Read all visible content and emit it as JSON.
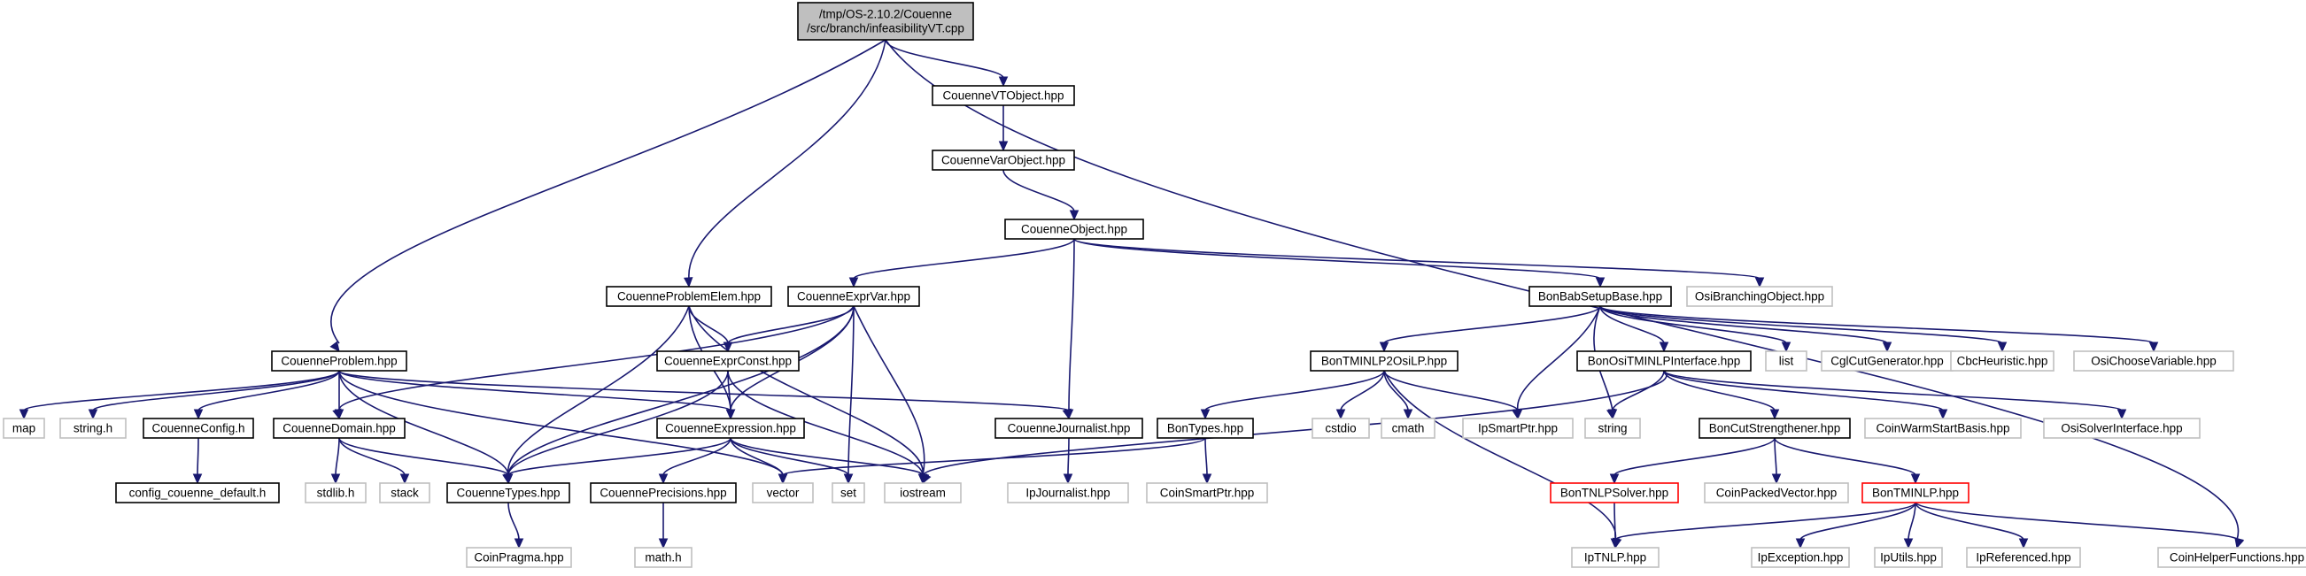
{
  "colors": {
    "edge": "#191970",
    "root_fill": "#bfbfbf",
    "documented_border": "#000000",
    "external_border": "#bfbfbf",
    "truncated_border": "#ff0000"
  },
  "nodes": [
    {
      "id": "infeasibilityVT",
      "lines": [
        "/tmp/OS-2.10.2/Couenne",
        "/src/branch/infeasibilityVT.cpp"
      ],
      "kind": "root"
    },
    {
      "id": "CouenneVTObject",
      "lines": [
        "CouenneVTObject.hpp"
      ],
      "kind": "doc"
    },
    {
      "id": "CouenneVarObject",
      "lines": [
        "CouenneVarObject.hpp"
      ],
      "kind": "doc"
    },
    {
      "id": "CouenneObject",
      "lines": [
        "CouenneObject.hpp"
      ],
      "kind": "doc"
    },
    {
      "id": "CouenneProblemElem",
      "lines": [
        "CouenneProblemElem.hpp"
      ],
      "kind": "doc"
    },
    {
      "id": "CouenneExprVar",
      "lines": [
        "CouenneExprVar.hpp"
      ],
      "kind": "doc"
    },
    {
      "id": "CouenneProblem",
      "lines": [
        "CouenneProblem.hpp"
      ],
      "kind": "doc"
    },
    {
      "id": "CouenneExprConst",
      "lines": [
        "CouenneExprConst.hpp"
      ],
      "kind": "doc"
    },
    {
      "id": "CouenneExpression",
      "lines": [
        "CouenneExpression.hpp"
      ],
      "kind": "doc"
    },
    {
      "id": "CouenneConfig",
      "lines": [
        "CouenneConfig.h"
      ],
      "kind": "doc"
    },
    {
      "id": "config_default",
      "lines": [
        "config_couenne_default.h"
      ],
      "kind": "doc"
    },
    {
      "id": "CouenneDomain",
      "lines": [
        "CouenneDomain.hpp"
      ],
      "kind": "doc"
    },
    {
      "id": "CouenneTypes",
      "lines": [
        "CouenneTypes.hpp"
      ],
      "kind": "doc"
    },
    {
      "id": "CouennePrecisions",
      "lines": [
        "CouennePrecisions.hpp"
      ],
      "kind": "doc"
    },
    {
      "id": "CouenneJournalist",
      "lines": [
        "CouenneJournalist.hpp"
      ],
      "kind": "doc"
    },
    {
      "id": "BonBabSetupBase",
      "lines": [
        "BonBabSetupBase.hpp"
      ],
      "kind": "doc"
    },
    {
      "id": "BonTMINLP2OsiLP",
      "lines": [
        "BonTMINLP2OsiLP.hpp"
      ],
      "kind": "doc"
    },
    {
      "id": "BonOsiTMINLPInterface",
      "lines": [
        "BonOsiTMINLPInterface.hpp"
      ],
      "kind": "doc"
    },
    {
      "id": "BonTypes",
      "lines": [
        "BonTypes.hpp"
      ],
      "kind": "doc"
    },
    {
      "id": "BonCutStrengthener",
      "lines": [
        "BonCutStrengthener.hpp"
      ],
      "kind": "doc"
    },
    {
      "id": "BonTNLPSolver",
      "lines": [
        "BonTNLPSolver.hpp"
      ],
      "kind": "red"
    },
    {
      "id": "BonTMINLP",
      "lines": [
        "BonTMINLP.hpp"
      ],
      "kind": "red"
    },
    {
      "id": "OsiBranchingObject",
      "lines": [
        "OsiBranchingObject.hpp"
      ],
      "kind": "ext"
    },
    {
      "id": "list",
      "lines": [
        "list"
      ],
      "kind": "ext"
    },
    {
      "id": "CglCutGenerator",
      "lines": [
        "CglCutGenerator.hpp"
      ],
      "kind": "ext"
    },
    {
      "id": "CbcHeuristic",
      "lines": [
        "CbcHeuristic.hpp"
      ],
      "kind": "ext"
    },
    {
      "id": "OsiChooseVariable",
      "lines": [
        "OsiChooseVariable.hpp"
      ],
      "kind": "ext"
    },
    {
      "id": "map",
      "lines": [
        "map"
      ],
      "kind": "ext"
    },
    {
      "id": "string_h",
      "lines": [
        "string.h"
      ],
      "kind": "ext"
    },
    {
      "id": "stdlib_h",
      "lines": [
        "stdlib.h"
      ],
      "kind": "ext"
    },
    {
      "id": "stack",
      "lines": [
        "stack"
      ],
      "kind": "ext"
    },
    {
      "id": "vector",
      "lines": [
        "vector"
      ],
      "kind": "ext"
    },
    {
      "id": "set",
      "lines": [
        "set"
      ],
      "kind": "ext"
    },
    {
      "id": "iostream",
      "lines": [
        "iostream"
      ],
      "kind": "ext"
    },
    {
      "id": "IpJournalist",
      "lines": [
        "IpJournalist.hpp"
      ],
      "kind": "ext"
    },
    {
      "id": "CoinSmartPtr",
      "lines": [
        "CoinSmartPtr.hpp"
      ],
      "kind": "ext"
    },
    {
      "id": "cstdio",
      "lines": [
        "cstdio"
      ],
      "kind": "ext"
    },
    {
      "id": "cmath",
      "lines": [
        "cmath"
      ],
      "kind": "ext"
    },
    {
      "id": "IpSmartPtr",
      "lines": [
        "IpSmartPtr.hpp"
      ],
      "kind": "ext"
    },
    {
      "id": "string",
      "lines": [
        "string"
      ],
      "kind": "ext"
    },
    {
      "id": "CoinWarmStartBasis",
      "lines": [
        "CoinWarmStartBasis.hpp"
      ],
      "kind": "ext"
    },
    {
      "id": "OsiSolverInterface",
      "lines": [
        "OsiSolverInterface.hpp"
      ],
      "kind": "ext"
    },
    {
      "id": "CoinPackedVector",
      "lines": [
        "CoinPackedVector.hpp"
      ],
      "kind": "ext"
    },
    {
      "id": "CoinPragma",
      "lines": [
        "CoinPragma.hpp"
      ],
      "kind": "ext"
    },
    {
      "id": "math_h",
      "lines": [
        "math.h"
      ],
      "kind": "ext"
    },
    {
      "id": "IpTNLP",
      "lines": [
        "IpTNLP.hpp"
      ],
      "kind": "ext"
    },
    {
      "id": "IpException",
      "lines": [
        "IpException.hpp"
      ],
      "kind": "ext"
    },
    {
      "id": "IpUtils",
      "lines": [
        "IpUtils.hpp"
      ],
      "kind": "ext"
    },
    {
      "id": "IpReferenced",
      "lines": [
        "IpReferenced.hpp"
      ],
      "kind": "ext"
    },
    {
      "id": "CoinHelperFunctions",
      "lines": [
        "CoinHelperFunctions.hpp"
      ],
      "kind": "ext"
    }
  ],
  "edges": [
    [
      "infeasibilityVT",
      "CouenneVTObject"
    ],
    [
      "infeasibilityVT",
      "CouenneProblemElem"
    ],
    [
      "infeasibilityVT",
      "CouenneProblem"
    ],
    [
      "infeasibilityVT",
      "CoinHelperFunctions"
    ],
    [
      "CouenneVTObject",
      "CouenneVarObject"
    ],
    [
      "CouenneVarObject",
      "CouenneObject"
    ],
    [
      "CouenneObject",
      "CouenneExprVar"
    ],
    [
      "CouenneObject",
      "CouenneJournalist"
    ],
    [
      "CouenneObject",
      "BonBabSetupBase"
    ],
    [
      "CouenneObject",
      "OsiBranchingObject"
    ],
    [
      "CouenneProblemElem",
      "CouenneExprConst"
    ],
    [
      "CouenneProblemElem",
      "CouenneExpression"
    ],
    [
      "CouenneProblemElem",
      "CouenneTypes"
    ],
    [
      "CouenneProblemElem",
      "iostream"
    ],
    [
      "CouenneExprVar",
      "CouenneExprConst"
    ],
    [
      "CouenneExprVar",
      "CouenneExpression"
    ],
    [
      "CouenneExprVar",
      "CouenneDomain"
    ],
    [
      "CouenneExprVar",
      "CouenneTypes"
    ],
    [
      "CouenneExprVar",
      "set"
    ],
    [
      "CouenneExprVar",
      "iostream"
    ],
    [
      "CouenneExprConst",
      "CouenneExpression"
    ],
    [
      "CouenneExprConst",
      "CouenneTypes"
    ],
    [
      "CouenneExprConst",
      "iostream"
    ],
    [
      "CouenneProblem",
      "map"
    ],
    [
      "CouenneProblem",
      "string_h"
    ],
    [
      "CouenneProblem",
      "CouenneConfig"
    ],
    [
      "CouenneProblem",
      "CouenneDomain"
    ],
    [
      "CouenneProblem",
      "CouenneTypes"
    ],
    [
      "CouenneProblem",
      "CouenneExpression"
    ],
    [
      "CouenneProblem",
      "CouenneJournalist"
    ],
    [
      "CouenneProblem",
      "vector"
    ],
    [
      "CouenneConfig",
      "config_default"
    ],
    [
      "CouenneDomain",
      "stdlib_h"
    ],
    [
      "CouenneDomain",
      "stack"
    ],
    [
      "CouenneDomain",
      "CouenneTypes"
    ],
    [
      "CouenneExpression",
      "CouenneTypes"
    ],
    [
      "CouenneExpression",
      "CouennePrecisions"
    ],
    [
      "CouenneExpression",
      "vector"
    ],
    [
      "CouenneExpression",
      "set"
    ],
    [
      "CouenneExpression",
      "iostream"
    ],
    [
      "CouenneTypes",
      "CoinPragma"
    ],
    [
      "CouennePrecisions",
      "math_h"
    ],
    [
      "CouenneJournalist",
      "IpJournalist"
    ],
    [
      "BonBabSetupBase",
      "BonTMINLP2OsiLP"
    ],
    [
      "BonBabSetupBase",
      "BonOsiTMINLPInterface"
    ],
    [
      "BonBabSetupBase",
      "list"
    ],
    [
      "BonBabSetupBase",
      "CglCutGenerator"
    ],
    [
      "BonBabSetupBase",
      "CbcHeuristic"
    ],
    [
      "BonBabSetupBase",
      "OsiChooseVariable"
    ],
    [
      "BonBabSetupBase",
      "IpSmartPtr"
    ],
    [
      "BonBabSetupBase",
      "string"
    ],
    [
      "BonTMINLP2OsiLP",
      "BonTypes"
    ],
    [
      "BonTMINLP2OsiLP",
      "cstdio"
    ],
    [
      "BonTMINLP2OsiLP",
      "cmath"
    ],
    [
      "BonTMINLP2OsiLP",
      "IpSmartPtr"
    ],
    [
      "BonTMINLP2OsiLP",
      "IpTNLP"
    ],
    [
      "BonOsiTMINLPInterface",
      "string"
    ],
    [
      "BonOsiTMINLPInterface",
      "BonCutStrengthener"
    ],
    [
      "BonOsiTMINLPInterface",
      "CoinWarmStartBasis"
    ],
    [
      "BonOsiTMINLPInterface",
      "OsiSolverInterface"
    ],
    [
      "BonOsiTMINLPInterface",
      "iostream"
    ],
    [
      "BonTypes",
      "vector"
    ],
    [
      "BonTypes",
      "CoinSmartPtr"
    ],
    [
      "BonCutStrengthener",
      "BonTNLPSolver"
    ],
    [
      "BonCutStrengthener",
      "CoinPackedVector"
    ],
    [
      "BonCutStrengthener",
      "BonTMINLP"
    ],
    [
      "BonTNLPSolver",
      "IpTNLP"
    ],
    [
      "BonTMINLP",
      "IpTNLP"
    ],
    [
      "BonTMINLP",
      "IpException"
    ],
    [
      "BonTMINLP",
      "IpUtils"
    ],
    [
      "BonTMINLP",
      "IpReferenced"
    ],
    [
      "BonTMINLP",
      "CoinHelperFunctions"
    ]
  ]
}
